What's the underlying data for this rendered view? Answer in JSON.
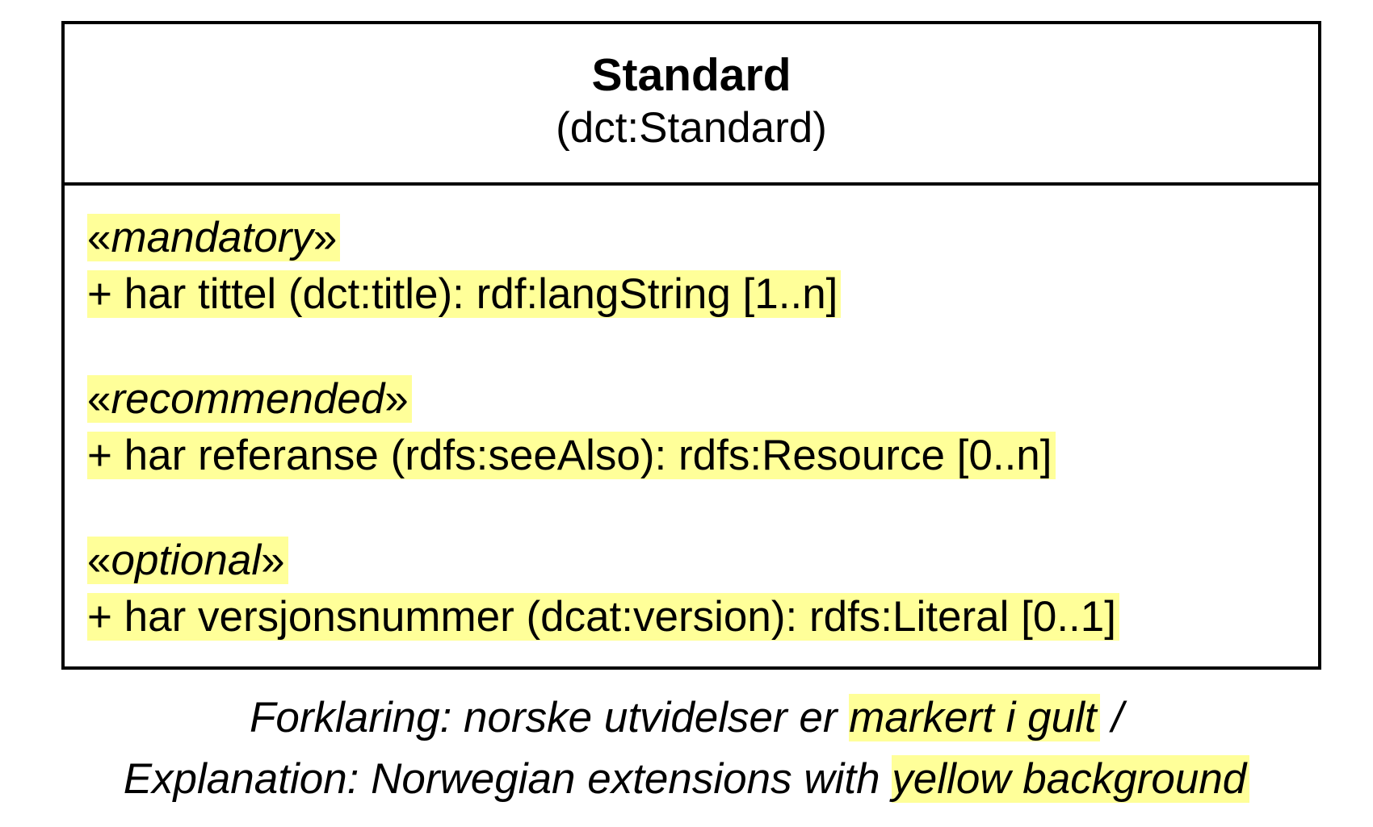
{
  "class": {
    "name": "Standard",
    "uri": "(dct:Standard)",
    "groups": [
      {
        "stereotype_open": "«",
        "stereotype": "mandatory",
        "stereotype_close": "»",
        "attribute": "+ har tittel (dct:title): rdf:langString [1..n]"
      },
      {
        "stereotype_open": "«",
        "stereotype": "recommended",
        "stereotype_close": "»",
        "attribute": "+ har referanse (rdfs:seeAlso): rdfs:Resource [0..n]"
      },
      {
        "stereotype_open": "«",
        "stereotype": "optional",
        "stereotype_close": "»",
        "attribute": "+ har versjonsnummer (dcat:version): rdfs:Literal [0..1]"
      }
    ]
  },
  "legend": {
    "line1_prefix": "Forklaring: norske utvidelser er ",
    "line1_highlight": "markert i gult",
    "line1_suffix": " /",
    "line2_prefix": "Explanation: Norwegian extensions with ",
    "line2_highlight": "yellow background"
  },
  "colors": {
    "highlight": "#ffff99",
    "border": "#000000"
  }
}
